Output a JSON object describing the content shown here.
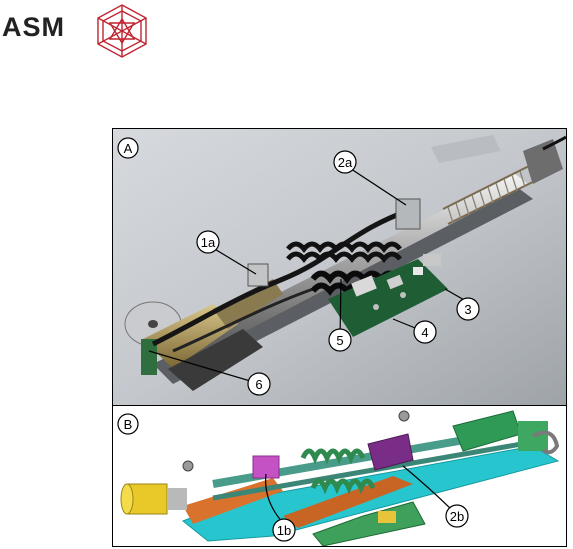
{
  "logo": {
    "text": "ASM",
    "colors": {
      "mark": "#c0232f",
      "text": "#222222"
    }
  },
  "figure": {
    "panels": [
      {
        "id": "A",
        "label": "A",
        "callouts": [
          "1a",
          "2a",
          "3",
          "4",
          "5",
          "6"
        ]
      },
      {
        "id": "B",
        "label": "B",
        "callouts": [
          "1b",
          "2b"
        ]
      }
    ]
  }
}
